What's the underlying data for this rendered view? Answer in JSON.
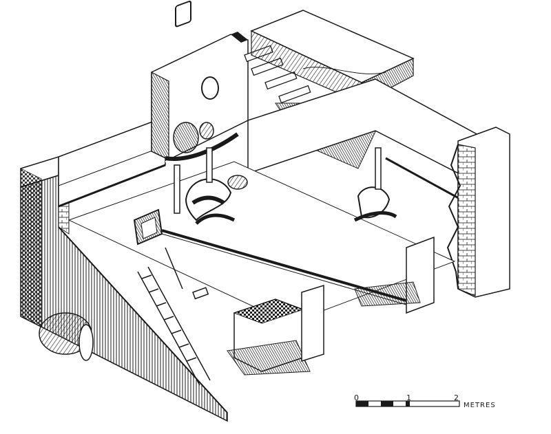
{
  "scale_bar": {
    "ticks": [
      "0",
      "1",
      "2"
    ],
    "unit": "METRES"
  },
  "colors": {
    "ink": "#1a1a1a",
    "paper": "#ffffff"
  }
}
